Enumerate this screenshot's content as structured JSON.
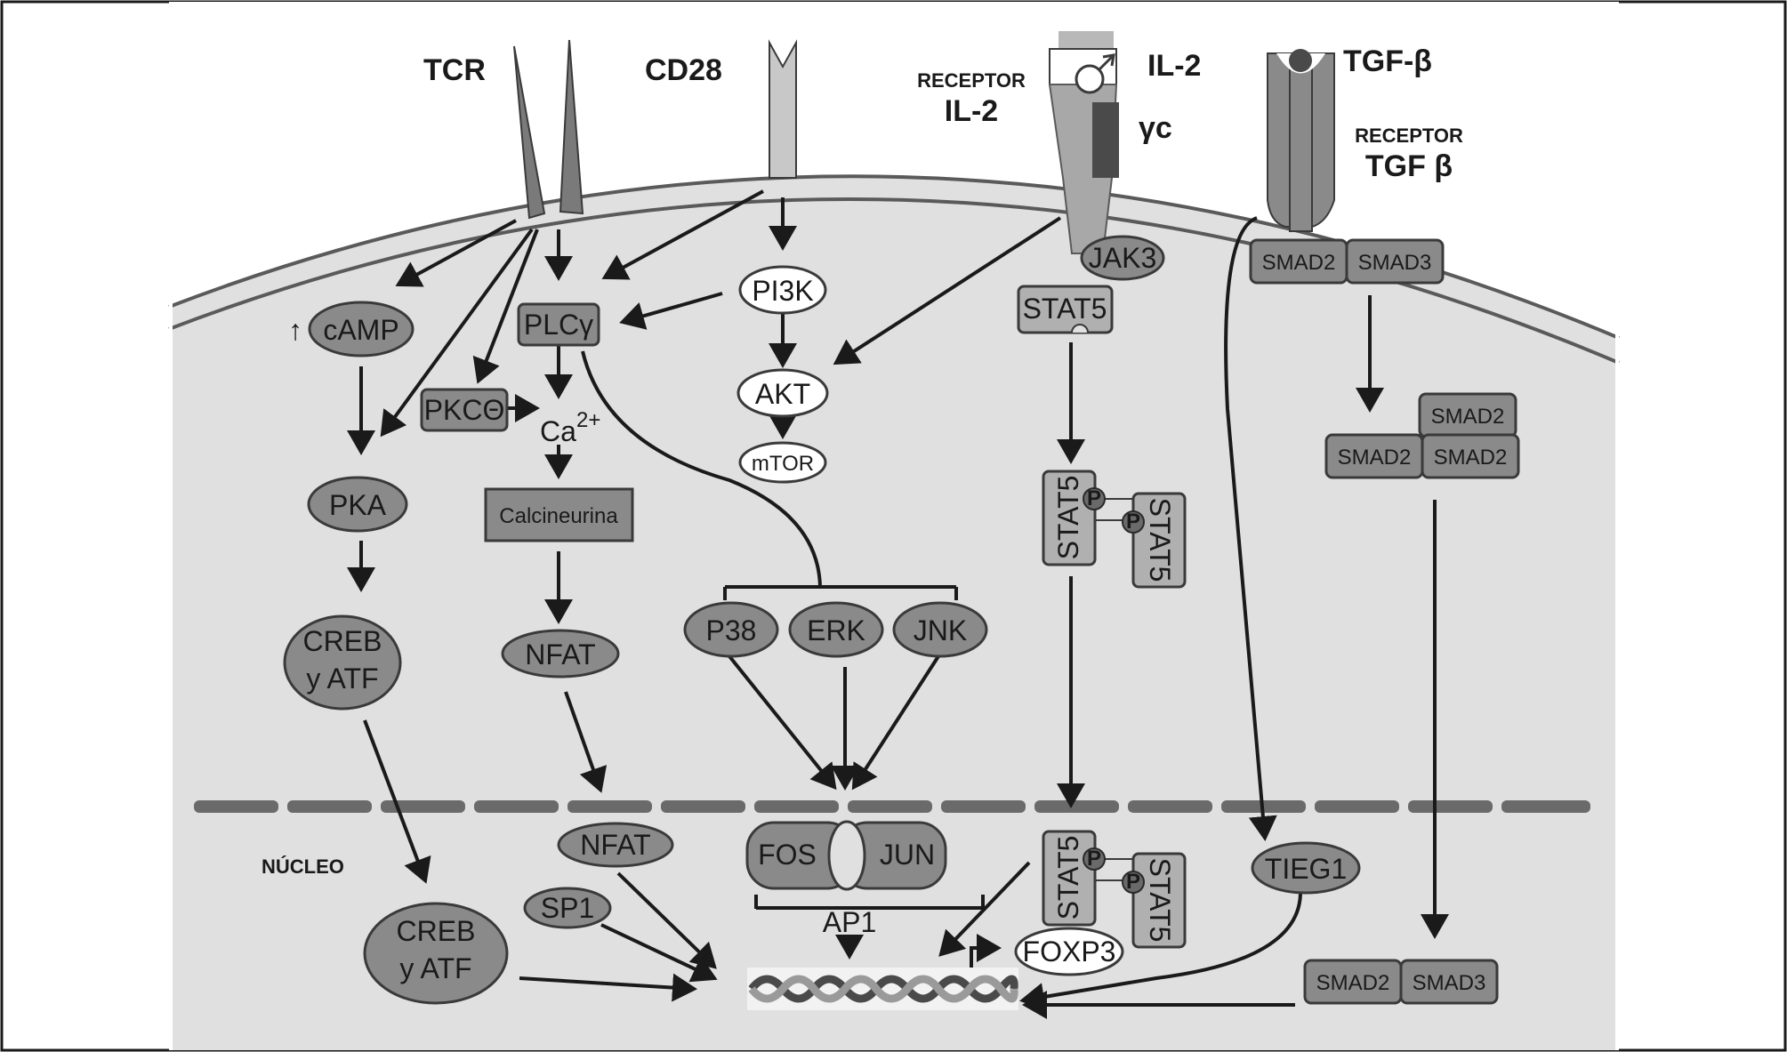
{
  "receptors": {
    "tcr": "TCR",
    "cd28": "CD28",
    "il2_receptor": [
      "RECEPTOR",
      "IL-2"
    ],
    "il2": "IL-2",
    "gamma_c": "γc",
    "tgfb": "TGF-β",
    "tgfb_receptor": [
      "RECEPTOR",
      "TGF β"
    ]
  },
  "cytoplasm": {
    "camp_up": "↑",
    "camp": "cAMP",
    "plcg": "PLCγ",
    "pi3k": "PI3K",
    "akt": "AKT",
    "mtor": "mTOR",
    "pkc": "PKCΘ",
    "ca": "Ca",
    "ca_sup": "2+",
    "pka": "PKA",
    "calcineurina": "Calcineurina",
    "creb1": [
      "CREB",
      "y ATF"
    ],
    "nfat1": "NFAT",
    "p38": "P38",
    "erk": "ERK",
    "jnk": "JNK",
    "jak3": "JAK3",
    "stat5": "STAT5",
    "phospho": "P",
    "smad2": "SMAD2",
    "smad3": "SMAD3"
  },
  "nucleus": {
    "label": "NÚCLEO",
    "creb2": [
      "CREB",
      "y ATF"
    ],
    "nfat2": "NFAT",
    "sp1": "SP1",
    "fos": "FOS",
    "jun": "JUN",
    "ap1": "AP1",
    "foxp3": "FOXP3",
    "tieg1": "TIEG1",
    "smad2": "SMAD2",
    "smad3": "SMAD3"
  }
}
